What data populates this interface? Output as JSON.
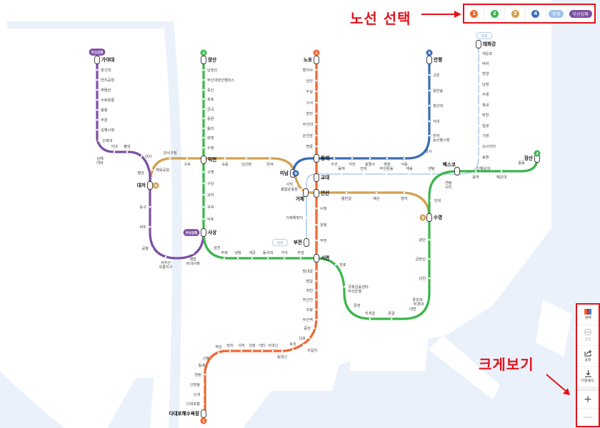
{
  "annotations": {
    "line_select": "노선 선택",
    "enlarge": "크게보기"
  },
  "legend": [
    {
      "label": "1",
      "color": "#f0652f"
    },
    {
      "label": "2",
      "color": "#3bb54a"
    },
    {
      "label": "3",
      "color": "#d3a152"
    },
    {
      "label": "4",
      "color": "#3b6cb7"
    },
    {
      "label": "동해",
      "color": "#9fc1ea"
    },
    {
      "label": "부산김해",
      "color": "#7d4fa3"
    }
  ],
  "toolbar": {
    "colorblind": "색약",
    "express": "급행",
    "share": "공유",
    "download": "다운로드",
    "zoom_in": "+",
    "zoom_out": "—"
  },
  "lines": {
    "l1": [
      "노포",
      "범어사",
      "남산",
      "두실",
      "구서",
      "장전",
      "부산대",
      "온천장",
      "명륜",
      "동래",
      "교대",
      "연산",
      "시청",
      "양정",
      "부전",
      "서면",
      "범내골",
      "범일",
      "좌천",
      "부산진",
      "초량",
      "부산역",
      "중앙",
      "남포",
      "자갈치",
      "토성",
      "동대신",
      "서대신",
      "대티",
      "괴정",
      "사하",
      "당리",
      "하단",
      "신평",
      "동매",
      "장림",
      "신장림",
      "낫개",
      "다대포항",
      "다대포해수욕장"
    ],
    "l2": [
      "양산",
      "남양산",
      "부산대양산캠퍼스",
      "증산",
      "호포",
      "금곡",
      "동원",
      "율리",
      "화명",
      "수정",
      "덕천",
      "구명",
      "구남",
      "모라",
      "모덕",
      "덕포",
      "사상",
      "감전",
      "주례",
      "냉정",
      "개금",
      "동의대",
      "가야",
      "부암",
      "전포",
      "국제금융센터·\n부산은행",
      "문현",
      "지게골",
      "못골",
      "대연",
      "경성대·\n부경대",
      "남천",
      "금련산",
      "광안",
      "수영",
      "민락",
      "센텀\n시티",
      "벡스코",
      "동백",
      "해운대",
      "중동",
      "장산"
    ],
    "l3": [
      "대저",
      "체육공원",
      "강서구청",
      "구포",
      "숙등",
      "남산정",
      "만덕",
      "미남",
      "사직",
      "종합운동장",
      "거제",
      "물만골",
      "배산",
      "망미"
    ],
    "l4": [
      "수안",
      "낙민",
      "충렬사",
      "명장",
      "서동",
      "금사",
      "반여\n농산물시장",
      "석대",
      "영산대",
      "윗반송",
      "고촌",
      "안평"
    ],
    "bgl": [
      "가야대",
      "장신대",
      "연지공원",
      "박물관",
      "수로왕릉",
      "봉황",
      "부원",
      "김해시청",
      "인제대",
      "김해\n대학",
      "지내",
      "불암",
      "대사",
      "평강",
      "등구",
      "덕두",
      "공항",
      "서부산\n유통지구",
      "괘법\n르네시떼"
    ],
    "dh": [
      "태화강",
      "개운포",
      "덕하",
      "망양",
      "남창",
      "서생",
      "월내",
      "좌천",
      "일광",
      "기장",
      "오시리아",
      "송정",
      "신해운대",
      "센텀",
      "재송",
      "부산원동",
      "안락",
      "동래",
      "거제해맞이",
      "부전"
    ]
  }
}
